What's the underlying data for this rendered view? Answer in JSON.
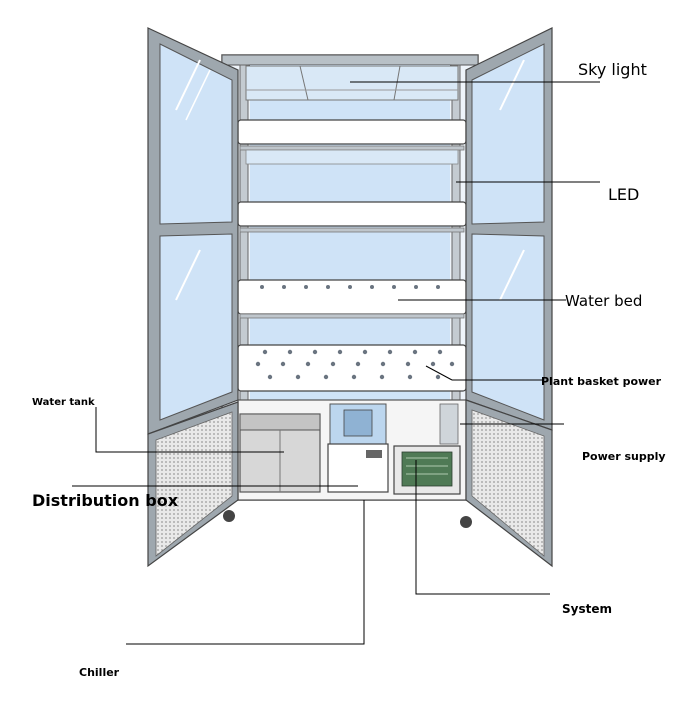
{
  "labels": {
    "sky_light": "Sky light",
    "led": "LED",
    "water_bed": "Water bed",
    "plant_basket_power": "Plant basket power",
    "water_tank": "Water tank",
    "power_supply": "Power supply",
    "distribution_box": "Distribution box",
    "system": "System",
    "chiller": "Chiller"
  },
  "colors": {
    "frame": "#9ea7ae",
    "glass": "#cfe3f7",
    "shelf": "#ffffff",
    "mesh": "#d8d8d8",
    "line": "#000000"
  }
}
